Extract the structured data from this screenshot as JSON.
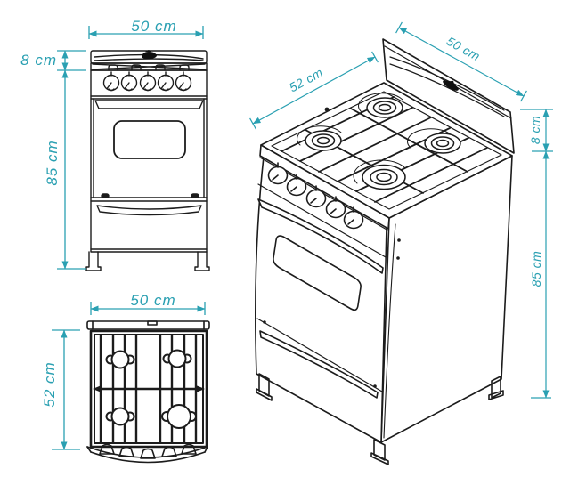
{
  "diagram": {
    "type": "technical-dimension-drawing",
    "subject": "4-burner freestanding gas stove",
    "views": {
      "front": {
        "width_label": "50 cm",
        "backsplash_label": "8 cm",
        "height_label": "85 cm"
      },
      "top": {
        "width_label": "50 cm",
        "depth_label": "52 cm"
      },
      "isometric": {
        "depth_label": "52 cm",
        "width_label": "50 cm",
        "backsplash_label": "8 cm",
        "height_label": "85 cm"
      }
    },
    "features": {
      "burner_count": 4,
      "knob_count": 5
    }
  },
  "colors": {
    "dimension": "#2AA0B2",
    "line": "#1C1C1C",
    "logo": "#101010",
    "background": "#FFFFFF"
  }
}
